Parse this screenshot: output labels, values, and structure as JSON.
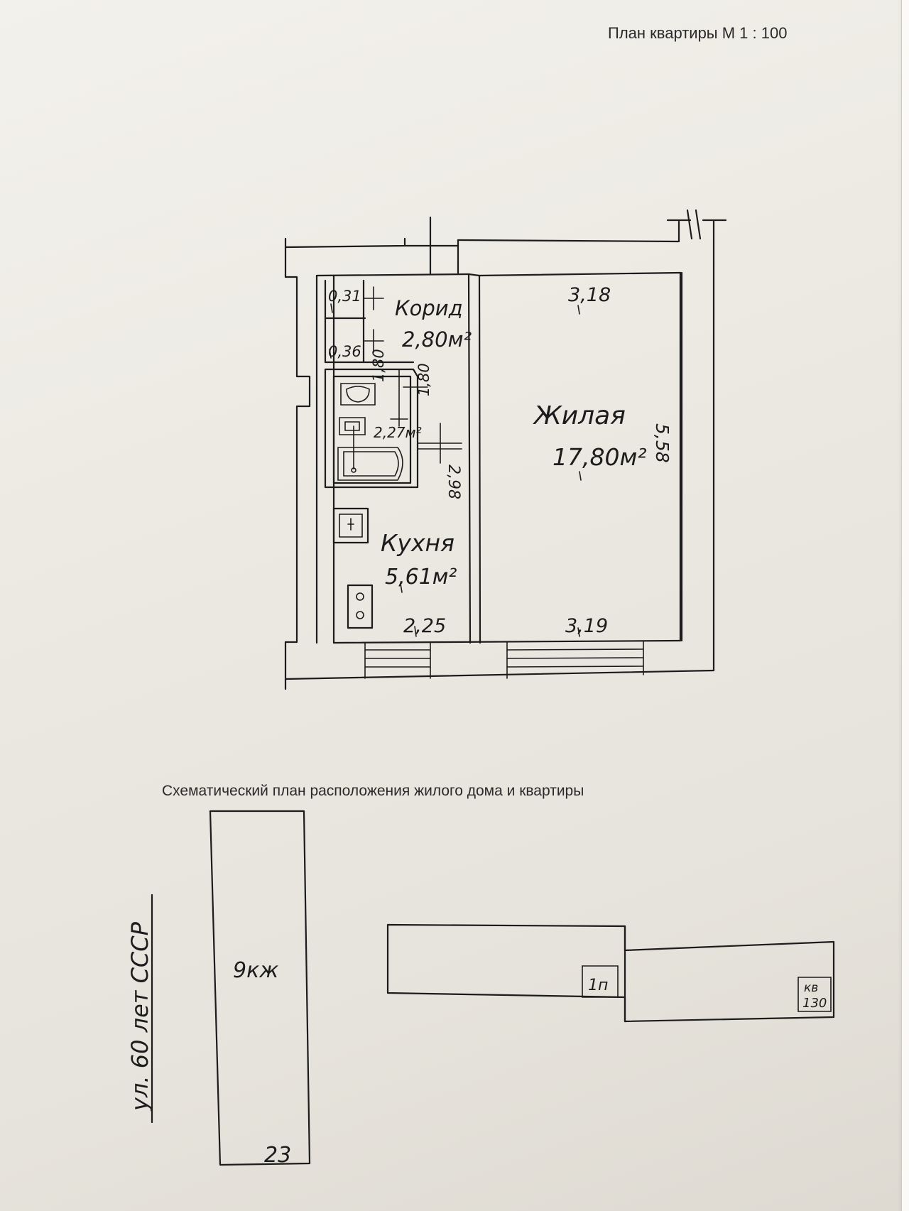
{
  "plan_title": "План квартиры М 1 : 100",
  "site_title": "Схематический план расположения жилого дома и квартиры",
  "rooms": {
    "corridor": {
      "name": "Корид",
      "area": "2,80м²"
    },
    "living": {
      "name": "Жилая",
      "area": "17,80м²"
    },
    "kitchen": {
      "name": "Кухня",
      "area": "5,61м²"
    },
    "bathroom": {
      "area": "2,27м²"
    }
  },
  "dimensions": {
    "living_top": "3,18",
    "living_side": "5,58",
    "living_bottom": "3,19",
    "kitchen_bottom": "2,25",
    "kitchen_side": "2,98",
    "bath_side_a": "1,80",
    "bath_side_b": "1,80",
    "closet_1": "0,31",
    "closet_2": "0,36"
  },
  "site": {
    "street": "ул. 60 лет СССР",
    "building_type": "9кж",
    "building_number": "23",
    "entrance": "1п",
    "apartment": [
      "кв",
      "130"
    ]
  }
}
